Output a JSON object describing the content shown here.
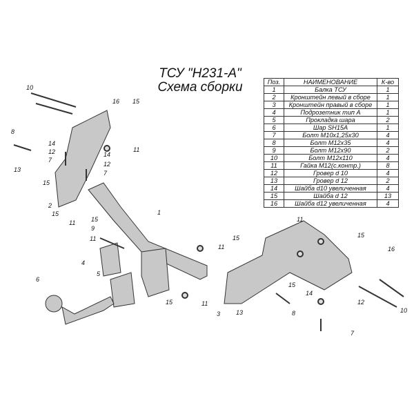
{
  "title": {
    "line1": "ТСУ \"H231-A\"",
    "line2": "Схема сборки"
  },
  "table": {
    "headers": [
      "Поз.",
      "НАИМЕНОВАНИЕ",
      "К-во"
    ],
    "rows": [
      [
        "1",
        "Балка ТСУ",
        "1"
      ],
      [
        "2",
        "Кронштейн левый в сборе",
        "1"
      ],
      [
        "3",
        "Кронштейн правый в сборе",
        "1"
      ],
      [
        "4",
        "Подрозетник тип А",
        "1"
      ],
      [
        "5",
        "Прокладка шара",
        "2"
      ],
      [
        "6",
        "Шар SH15A",
        "1"
      ],
      [
        "7",
        "Болт М10х1,25х30",
        "4"
      ],
      [
        "8",
        "Болт М12х35",
        "4"
      ],
      [
        "9",
        "Болт М12х90",
        "2"
      ],
      [
        "10",
        "Болт М12х110",
        "4"
      ],
      [
        "11",
        "Гайка М12(с.контр.)",
        "8"
      ],
      [
        "12",
        "Гровер d 10",
        "4"
      ],
      [
        "13",
        "Гровер d 12",
        "2"
      ],
      [
        "14",
        "Шайба d10 увеличенная",
        "4"
      ],
      [
        "15",
        "Шайба d 12",
        "13"
      ],
      [
        "16",
        "Шайба d12 увеличенная",
        "4"
      ]
    ]
  },
  "callouts": [
    "10",
    "16",
    "15",
    "8",
    "14",
    "12",
    "7",
    "13",
    "15",
    "11",
    "14",
    "12",
    "7",
    "2",
    "15",
    "11",
    "1",
    "15",
    "9",
    "11",
    "4",
    "5",
    "6",
    "11",
    "15",
    "15",
    "11",
    "3",
    "15",
    "13",
    "8",
    "11",
    "15",
    "16",
    "10",
    "14",
    "12",
    "7"
  ]
}
